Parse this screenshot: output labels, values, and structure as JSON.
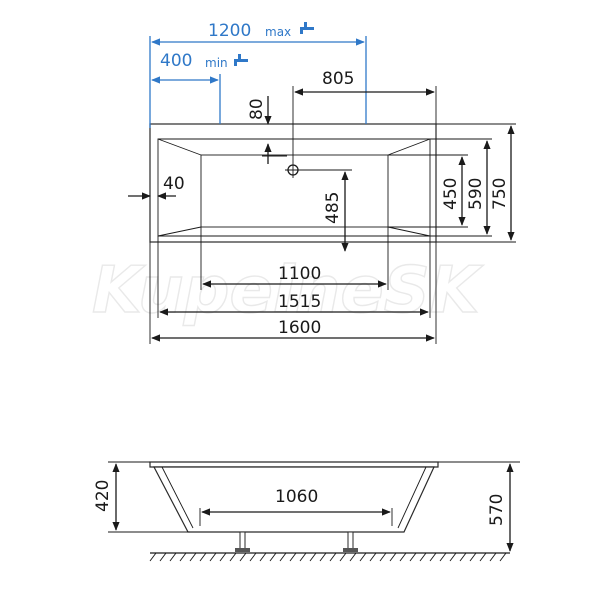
{
  "watermark": "KupelneSK",
  "top_view": {
    "faucet_max": {
      "value": "1200",
      "unit": "max"
    },
    "faucet_min": {
      "value": "400",
      "unit": "min"
    },
    "drain_offset_x": "805",
    "drain_offset_y": "80",
    "wall_thickness": "40",
    "inner_width": "450",
    "mid_width": "590",
    "outer_width": "750",
    "drain_depth": "485",
    "inner_length": "1100",
    "mid_length": "1515",
    "outer_length": "1600"
  },
  "side_view": {
    "inner_depth": "420",
    "bottom_length": "1060",
    "total_height": "570"
  },
  "colors": {
    "line": "#1a1a1a",
    "accent_blue": "#2f78c8"
  }
}
